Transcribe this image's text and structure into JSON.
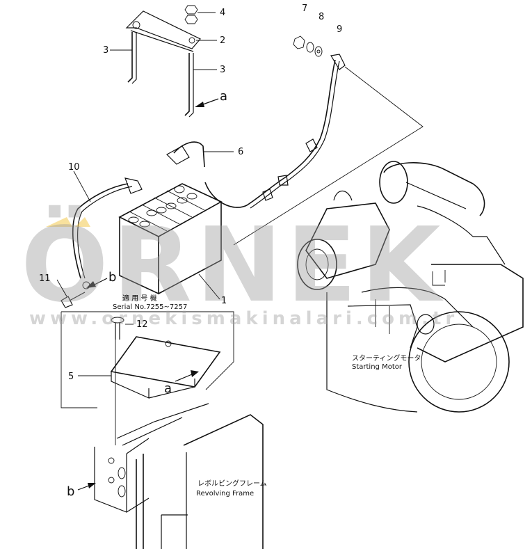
{
  "callouts": {
    "c1": "1",
    "c2": "2",
    "c3a": "3",
    "c3b": "3",
    "c4": "4",
    "c5": "5",
    "c6": "6",
    "c7": "7",
    "c8": "8",
    "c9": "9",
    "c10": "10",
    "c11": "11",
    "c12": "12"
  },
  "refs": {
    "a_top": "a",
    "a_bottom": "a",
    "b_left": "b",
    "b_bottom": "b"
  },
  "serial": {
    "jp": "適 用 号 機",
    "en": "Serial  No.7255~7257"
  },
  "starting_motor": {
    "jp": "スターティングモータ",
    "en": "Starting  Motor"
  },
  "revolving_frame": {
    "jp": "レボルビングフレーム",
    "en": "Revolving  Frame"
  },
  "watermark": {
    "brand": "ÖRNEK",
    "url": "www.ornekismakinalari.com.tr"
  },
  "colors": {
    "line": "#111111",
    "watermark": "#9a9a9a",
    "accent": "#f2c94c"
  }
}
